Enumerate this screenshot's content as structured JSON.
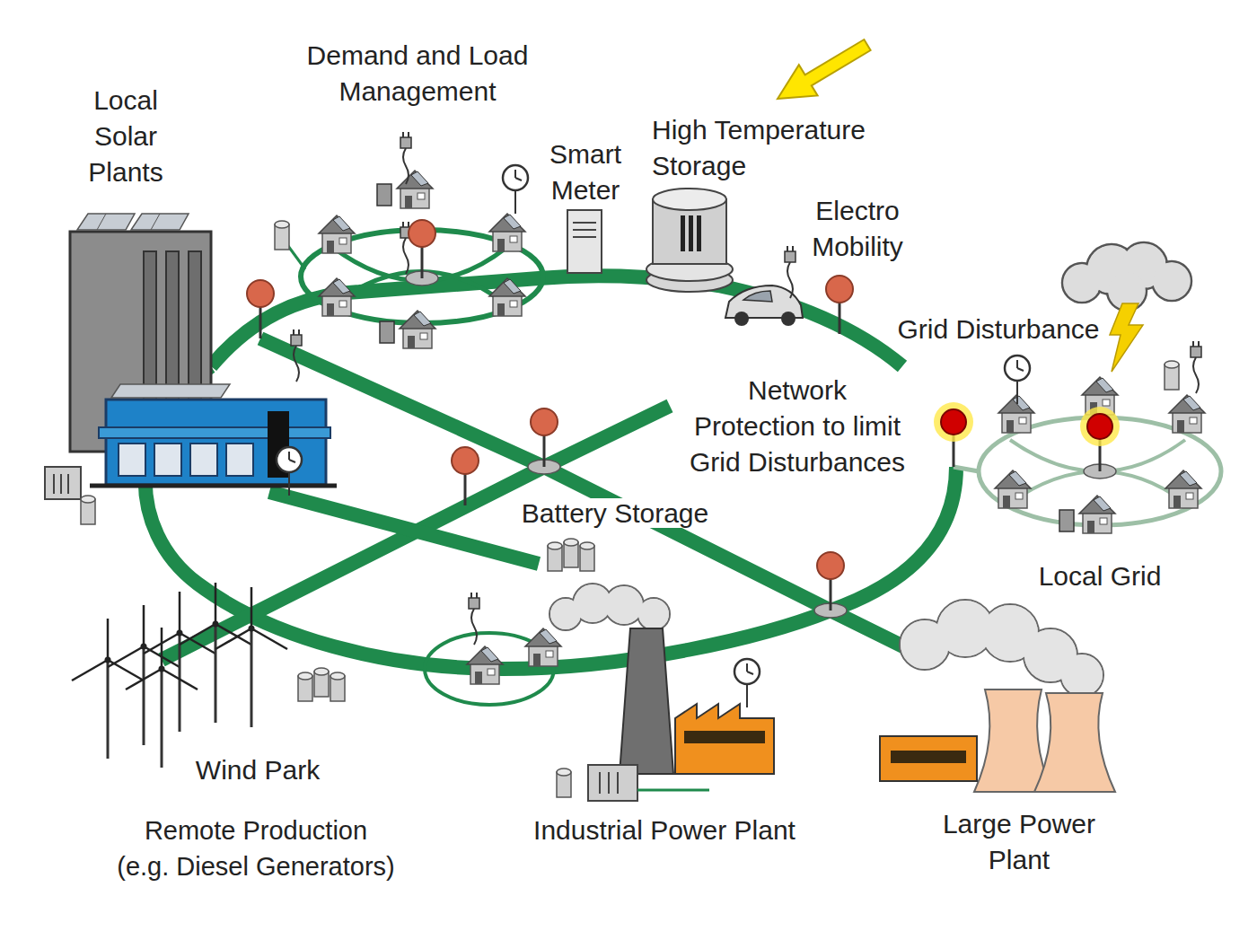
{
  "diagram": {
    "labels": [
      "Demand and Load Management",
      "Local Solar Plants",
      "High Temperature Storage",
      "Smart Meter",
      "Electro Mobility",
      "Grid Disturbance",
      "Network Protection to limit Grid Disturbances",
      "Battery Storage",
      "Local Grid",
      "Wind Park",
      "Industrial Power Plant",
      "Large Power Plant",
      "Remote Production (e.g. Diesel Generators)"
    ]
  }
}
